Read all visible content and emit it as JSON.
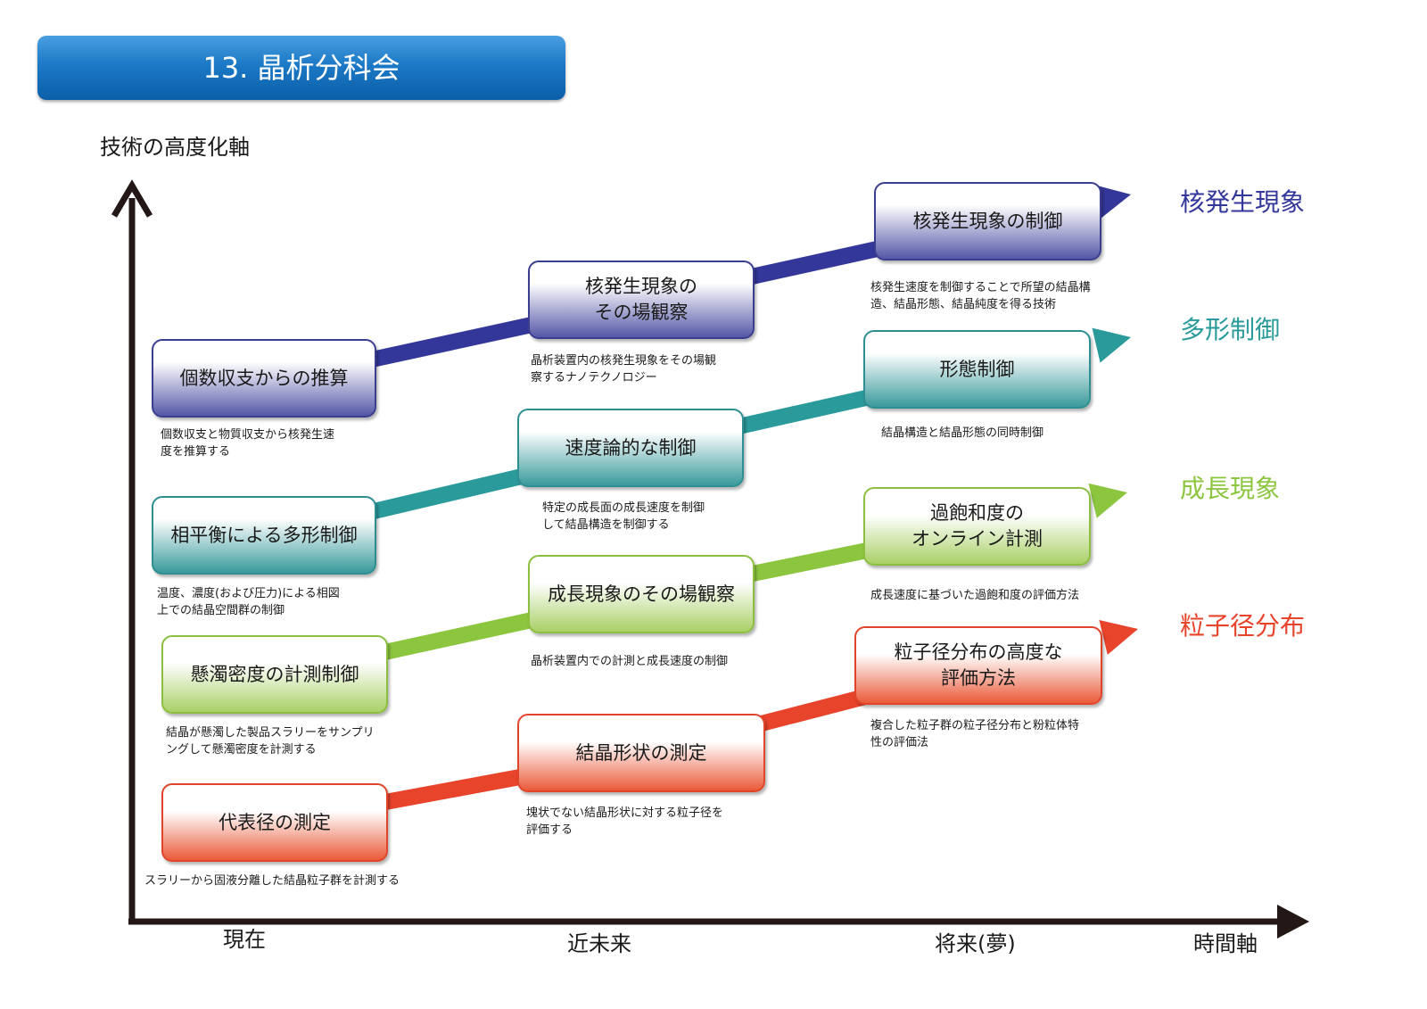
{
  "title": "13. 晶析分科会",
  "y_axis_label": "技術の高度化軸",
  "x_axis_label": "時間軸",
  "x_ticks": [
    "現在",
    "近未来",
    "将来(夢)"
  ],
  "colors": {
    "nucleation": "#34379a",
    "polymorph": "#2a9a9b",
    "growth": "#8cc63f",
    "particle": "#e8432b",
    "title_bar": "#1c79c6"
  },
  "series": {
    "nucleation": {
      "label": "核発生現象",
      "stages": [
        {
          "lines": [
            "個数収支からの推算"
          ],
          "desc": [
            "個数収支と物質収支から核発生速",
            "度を推算する"
          ]
        },
        {
          "lines": [
            "核発生現象の",
            "その場観察"
          ],
          "desc": [
            "晶析装置内の核発生現象をその場観",
            "察するナノテクノロジー"
          ]
        },
        {
          "lines": [
            "核発生現象の制御"
          ],
          "desc": [
            "核発生速度を制御することで所望の結晶構",
            "造、結晶形態、結晶純度を得る技術"
          ]
        }
      ]
    },
    "polymorph": {
      "label": "多形制御",
      "stages": [
        {
          "lines": [
            "相平衡による多形制御"
          ],
          "desc": [
            "温度、濃度(および圧力)による相図",
            "上での結晶空間群の制御"
          ]
        },
        {
          "lines": [
            "速度論的な制御"
          ],
          "desc": [
            "特定の成長面の成長速度を制御",
            "して結晶構造を制御する"
          ]
        },
        {
          "lines": [
            "形態制御"
          ],
          "desc": [
            "結晶構造と結晶形態の同時制御"
          ]
        }
      ]
    },
    "growth": {
      "label": "成長現象",
      "stages": [
        {
          "lines": [
            "懸濁密度の計測制御"
          ],
          "desc": [
            "結晶が懸濁した製品スラリーをサンプリ",
            "ングして懸濁密度を計測する"
          ]
        },
        {
          "lines": [
            "成長現象のその場観察"
          ],
          "desc": [
            "晶析装置内での計測と成長速度の制御"
          ]
        },
        {
          "lines": [
            "過飽和度の",
            "オンライン計測"
          ],
          "desc": [
            "成長速度に基づいた過飽和度の評価方法"
          ]
        }
      ]
    },
    "particle": {
      "label": "粒子径分布",
      "stages": [
        {
          "lines": [
            "代表径の測定"
          ],
          "desc": [
            "スラリーから固液分離した結晶粒子群を計測する"
          ]
        },
        {
          "lines": [
            "結晶形状の測定"
          ],
          "desc": [
            "塊状でない結晶形状に対する粒子径を",
            "評価する"
          ]
        },
        {
          "lines": [
            "粒子径分布の高度な",
            "評価方法"
          ],
          "desc": [
            "複合した粒子群の粒子径分布と粉粒体特",
            "性の評価法"
          ]
        }
      ]
    }
  }
}
